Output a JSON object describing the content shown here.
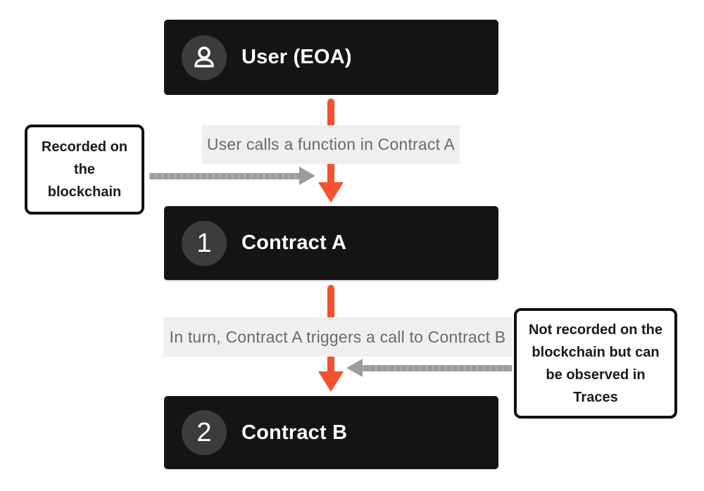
{
  "nodes": [
    {
      "label": "User (EOA)",
      "badge_icon": "user-icon"
    },
    {
      "label": "Contract A",
      "badge": "1"
    },
    {
      "label": "Contract B",
      "badge": "2"
    }
  ],
  "edges": [
    {
      "label": "User calls a function in Contract A"
    },
    {
      "label": "In turn, Contract A triggers a call to Contract B"
    }
  ],
  "annotations": {
    "left": "Recorded on the blockchain",
    "right": "Not recorded on the blockchain but can be observed in Traces"
  },
  "colors": {
    "node_background": "#141414",
    "badge_background": "#3c3c3c",
    "flow_arrow": "#f4512e",
    "annotation_arrow": "#9c9c9c",
    "edge_band_background": "#f0efed",
    "edge_band_text": "#6a6a6a",
    "callout_border": "#111111",
    "node_text": "#ffffff"
  }
}
